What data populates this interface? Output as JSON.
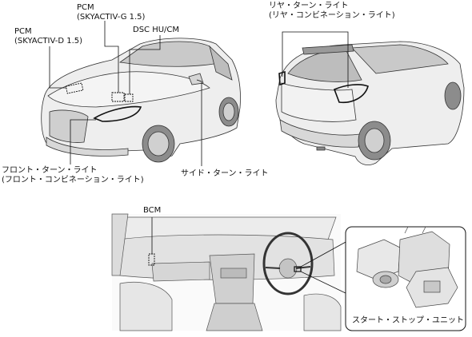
{
  "labels": {
    "pcm_skyactiv_d": {
      "line1": "PCM",
      "line2": "(SKYACTIV-D 1.5)"
    },
    "pcm_skyactiv_g": {
      "line1": "PCM",
      "line2": "(SKYACTIV-G 1.5)"
    },
    "dsc_hu_cm": "DSC HU/CM",
    "rear_turn_light": {
      "line1": "リヤ・ターン・ライト",
      "line2": "(リヤ・コンビネーション・ライト)"
    },
    "front_turn_light": {
      "line1": "フロント・ターン・ライト",
      "line2": "(フロント・コンビネーション・ライト)"
    },
    "side_turn_light": "サイド・ターン・ライト",
    "bcm": "BCM",
    "start_stop_unit": "スタート・ストップ・ユニット"
  },
  "colors": {
    "line": "#222222",
    "body_fill": "#eeeeee",
    "shade": "#d6d6d6",
    "dark": "#9a9a9a",
    "highlight": "#111111"
  }
}
